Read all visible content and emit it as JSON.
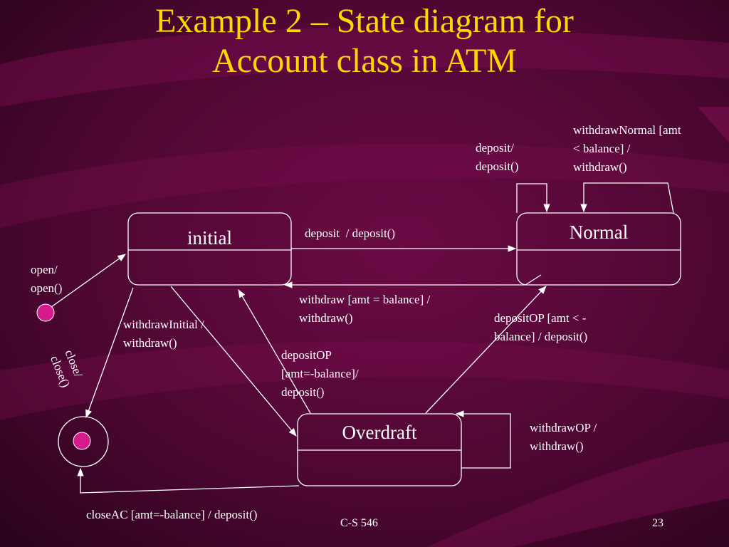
{
  "slide": {
    "title_line1": "Example 2 – State diagram for",
    "title_line2": "Account class in ATM",
    "footer_center": "C-S 546",
    "page_number": "23",
    "colors": {
      "background": "#4a0630",
      "title": "#ffd700",
      "text": "#ffffff",
      "pseudostate": "#d81b8c"
    }
  },
  "states": {
    "initial": "initial",
    "normal": "Normal",
    "overdraft": "Overdraft"
  },
  "transitions": {
    "open": [
      "open/",
      "open()"
    ],
    "close": [
      "close/",
      "close()"
    ],
    "deposit_initial_to_normal": "deposit  / deposit()",
    "withdraw_normal_to_initial": [
      "withdraw [amt = balance] /",
      "withdraw()"
    ],
    "withdraw_initial_to_overdraft": [
      "withdrawInitial /",
      "withdraw()"
    ],
    "depositop_overdraft_to_initial": [
      "depositOP",
      "[amt=-balance]/",
      "deposit()"
    ],
    "depositop_overdraft_to_normal": [
      "depositOP [amt < -",
      "balance] / deposit()"
    ],
    "deposit_self_normal": [
      "deposit/",
      "deposit()"
    ],
    "withdraw_normal_self": [
      "withdrawNormal [amt",
      "< balance] /",
      "withdraw()"
    ],
    "withdrawop_self_overdraft": [
      "withdrawOP /",
      "withdraw()"
    ],
    "close_ac": "closeAC [amt=-balance] / deposit()"
  }
}
